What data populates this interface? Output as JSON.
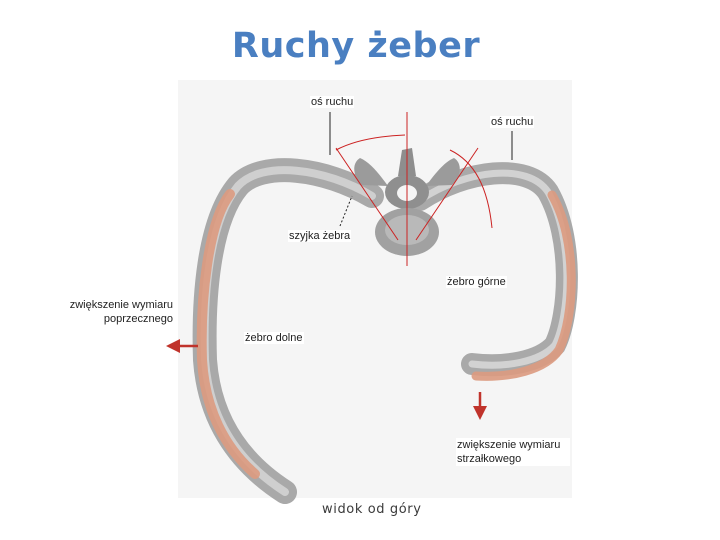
{
  "title": "Ruchy żeber",
  "labels": {
    "axis_left": "oś ruchu",
    "axis_right": "oś ruchu",
    "rib_neck": "szyjka żebra",
    "upper_rib": "żebro górne",
    "lower_rib": "żebro dolne",
    "transverse_increase": "zwiększenie wymiaru poprzecznego",
    "sagittal_increase": "zwiększenie wymiaru strzałkowego"
  },
  "caption": "widok od góry",
  "colors": {
    "title": "#4a7fc1",
    "arrow": "#c0332b",
    "rib_bone": "#a9a9a9",
    "rib_cartilage": "#dc9a80",
    "axis_line": "#cc2222"
  }
}
